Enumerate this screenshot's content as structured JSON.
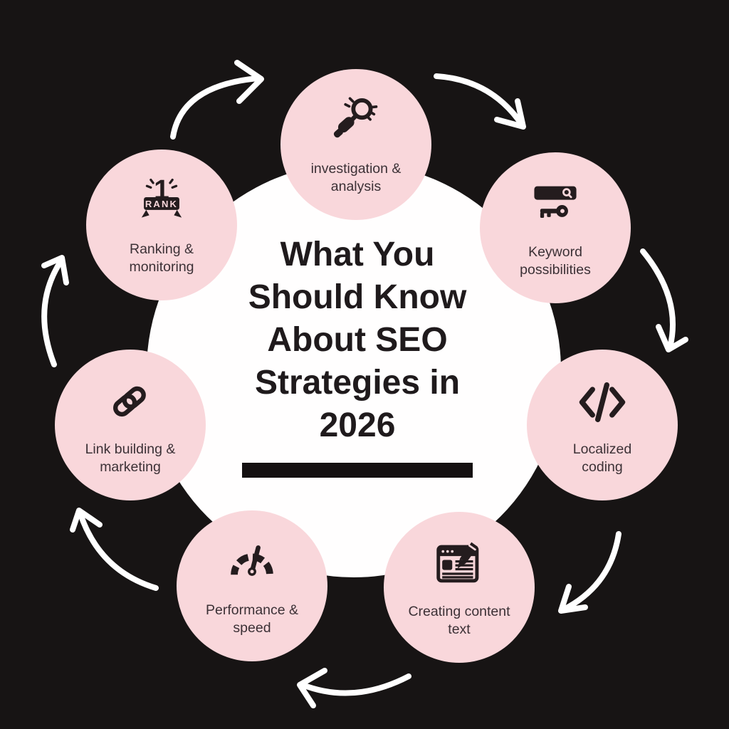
{
  "title": {
    "text": "What You Should Know About SEO Strategies in 2026",
    "lines": [
      "What You",
      "Should Know",
      "About SEO",
      "Strategies in",
      "2026"
    ]
  },
  "nodes": [
    {
      "id": "investigation-analysis",
      "position": "top",
      "icon": "magnifier-hand-icon",
      "label": "investigation & analysis",
      "lines": [
        "investigation &",
        "analysis"
      ]
    },
    {
      "id": "keyword-possibilities",
      "position": "top-right",
      "icon": "search-bar-key-icon",
      "label": "Keyword possibilities",
      "lines": [
        "Keyword",
        "possibilities"
      ]
    },
    {
      "id": "localized-coding",
      "position": "right",
      "icon": "code-brackets-icon",
      "label": "Localized coding",
      "lines": [
        "Localized",
        "coding"
      ]
    },
    {
      "id": "creating-content-text",
      "position": "bottom-right",
      "icon": "document-pencil-icon",
      "label": "Creating content text",
      "lines": [
        "Creating content",
        "text"
      ]
    },
    {
      "id": "performance-speed",
      "position": "bottom-left",
      "icon": "speedometer-icon",
      "label": "Performance & speed",
      "lines": [
        "Performance &",
        "speed"
      ]
    },
    {
      "id": "link-building-marketing",
      "position": "left",
      "icon": "chain-link-icon",
      "label": "Link building & marketing",
      "lines": [
        "Link building &",
        "marketing"
      ]
    },
    {
      "id": "ranking-monitoring",
      "position": "top-left",
      "icon": "rank-one-icon",
      "label": "Ranking & monitoring",
      "lines": [
        "Ranking &",
        "monitoring"
      ]
    }
  ],
  "rank_icon": {
    "number": "1",
    "banner": "RANK"
  },
  "flow": {
    "direction": "clockwise",
    "arrow_count": 7
  },
  "colors": {
    "background": "#171414",
    "circle_pink": "#f9d7db",
    "center_white": "#fffefe",
    "icon_ink": "#241c1e",
    "label_text": "#3c3136",
    "title_text": "#1f1a1c",
    "arrow_white": "#ffffff",
    "underline_bar": "#141011"
  }
}
